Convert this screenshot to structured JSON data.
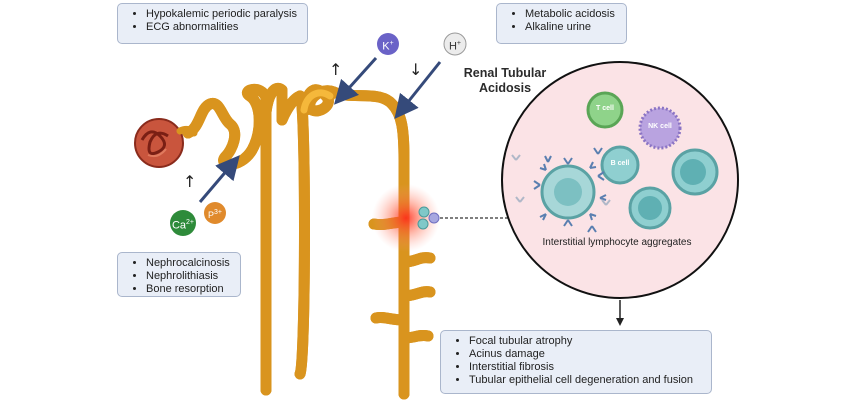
{
  "title": "Renal Tubular Acidosis",
  "boxes": {
    "top_left": [
      "Hypokalemic periodic paralysis",
      "ECG abnormalities"
    ],
    "top_right": [
      "Metabolic acidosis",
      "Alkaline urine"
    ],
    "middle_left": [
      "Nephrocalcinosis",
      "Nephrolithiasis",
      "Bone resorption"
    ],
    "bottom_right": [
      "Focal tubular atrophy",
      "Acinus damage",
      "Interstitial fibrosis",
      "Tubular epithelial cell degeneration and fusion"
    ]
  },
  "ions": {
    "potassium": {
      "symbol": "K",
      "charge": "+",
      "color": "#6a62c7"
    },
    "hydrogen": {
      "symbol": "H",
      "charge": "+",
      "color": "#9a9a9a"
    },
    "calcium": {
      "symbol": "Ca",
      "charge": "2+",
      "color": "#2e8b3a"
    },
    "phosphate": {
      "symbol": "P",
      "charge": "3+",
      "color": "#e08a2c"
    }
  },
  "direction_arrows": {
    "up": "↑",
    "down": "↓"
  },
  "cells": {
    "t_cell": "T cell",
    "nk_cell": "NK cell",
    "b_cell": "B cell"
  },
  "inset_caption": "Interstitial lymphocyte aggregates",
  "colors": {
    "tubule": "#f5b83b",
    "tubule_outline": "#d9941e",
    "glomerulus": "#b8432e",
    "inset_fill": "#fbe3e6",
    "box_fill": "#e9eef7",
    "arrow": "#354a7a",
    "inflammation": "#ff3b30"
  }
}
